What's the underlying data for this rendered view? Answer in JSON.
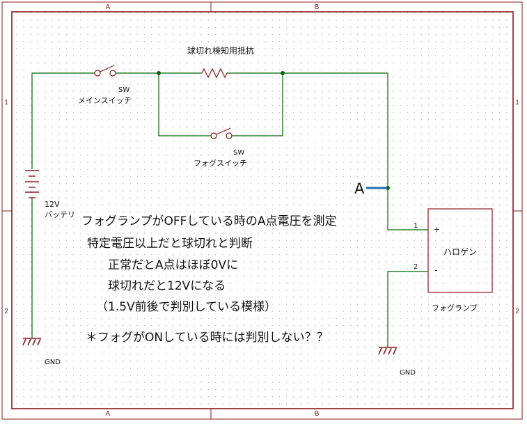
{
  "frame": {
    "col_labels": [
      "A",
      "B"
    ],
    "row_labels": [
      "1",
      "2"
    ]
  },
  "components": {
    "resistor_label": "球切れ検知用抵抗",
    "main_switch_type": "SW",
    "main_switch_name": "メインスイッチ",
    "fog_switch_type": "SW",
    "fog_switch_name": "フォグスイッチ",
    "battery_value": "12V",
    "battery_name": "バッテリ",
    "gnd_left": "GND",
    "gnd_right": "GND",
    "lamp_body": "ハロゲン",
    "lamp_name": "フォグランプ",
    "lamp_pin1_no": "1",
    "lamp_pin1_sign": "+",
    "lamp_pin2_no": "2",
    "lamp_pin2_sign": "-",
    "probe_label": "A"
  },
  "notes": [
    "フォグランプがOFFしている時のA点電圧を測定",
    "特定電圧以上だと球切れと判断",
    "正常だとA点はほぼ0Vに",
    "球切れだと12Vになる",
    "（1.5V前後で判別している模様）",
    "＊フォグがONしている時には判別しない？？"
  ],
  "colors": {
    "frame": "#8b1a1a",
    "wire": "#006400",
    "component": "#8b1a1a",
    "probe": "#1f6fb5",
    "grid_dot": "#b8b8b8"
  }
}
